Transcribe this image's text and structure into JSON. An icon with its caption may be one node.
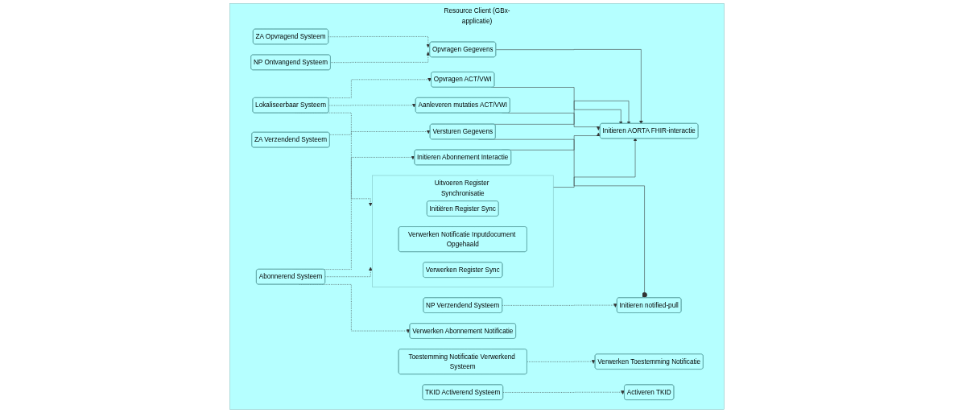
{
  "diagram": {
    "nodes": [
      {
        "text": [
          "Resource Client (GBx-applicatie)"
        ]
      },
      {
        "text": [
          "Initieren AORTA FHIR-interactie"
        ],
        "in": 0
      },
      {
        "text": [
          "Opvragen Gegevens"
        ],
        "in": 0
      },
      {
        "text": [
          "Versturen Gegevens"
        ],
        "in": 0
      },
      {
        "text": [
          "Initieren notified-pull"
        ],
        "in": 0
      },
      {
        "text": [
          "Opvragen ACT/VWI"
        ],
        "in": 0
      },
      {
        "text": [
          "Aanleveren mutaties ACT/VWI"
        ],
        "in": 0
      },
      {
        "text": [
          "Uitvoeren Register Synchronisatie"
        ],
        "in": 0
      },
      {
        "text": [
          "Initiëren Register Sync"
        ],
        "in": 7
      },
      {
        "text": [
          "Verwerken Notificatie Inputdocument Opgehaald"
        ],
        "in": 7
      },
      {
        "text": [
          "Verwerken Register Sync"
        ],
        "in": 7
      },
      {
        "text": [
          "Initieren Abonnement Interactie"
        ],
        "in": 0
      },
      {
        "text": [
          "ZA Opvragend Systeem"
        ],
        "in": 0
      },
      {
        "text": [
          "ZA Verzendend Systeem"
        ],
        "in": 0
      },
      {
        "text": [
          "Lokaliseerbaar Systeem"
        ],
        "in": 0
      },
      {
        "text": [
          "Abonnerend Systeem"
        ],
        "in": 0
      },
      {
        "text": [
          "NP Ontvangend Systeem"
        ],
        "in": 0
      },
      {
        "text": [
          "NP Verzendend Systeem"
        ],
        "in": 0
      },
      {
        "text": [
          "Toestemming Notificatie Verwerkend Systeem"
        ],
        "in": 0
      },
      {
        "text": [
          "TKID Activerend Systeem"
        ],
        "in": 0
      },
      {
        "text": [
          "Verwerken Abonnement Notificatie"
        ],
        "in": 0
      },
      {
        "text": [
          "Verwerken Toestemming Notificatie"
        ],
        "in": 0
      },
      {
        "text": [
          "Activeren TKID"
        ],
        "in": 0
      }
    ],
    "edges": [
      {
        "from": 2,
        "to": 1,
        "arrow": "to"
      },
      {
        "from": 3,
        "to": 1,
        "arrow": "to"
      },
      {
        "from": 5,
        "to": 1,
        "arrow": "to"
      },
      {
        "from": 6,
        "to": 1,
        "arrow": "to"
      },
      {
        "from": 7,
        "to": 1,
        "arrow": "to"
      },
      {
        "from": 11,
        "to": 1,
        "arrow": "to"
      },
      {
        "from": 3,
        "to": 4,
        "arrow": "other"
      },
      {
        "from": 12,
        "to": 2,
        "arrow": "to",
        "style": "dashed"
      },
      {
        "from": 16,
        "to": 2,
        "arrow": "to",
        "style": "dashed"
      },
      {
        "from": 13,
        "to": 3,
        "arrow": "to",
        "style": "dashed"
      },
      {
        "from": 17,
        "to": 4,
        "arrow": "to",
        "style": "dashed"
      },
      {
        "from": 14,
        "to": 5,
        "arrow": "to",
        "style": "dashed"
      },
      {
        "from": 14,
        "to": 6,
        "arrow": "to",
        "style": "dashed"
      },
      {
        "from": 14,
        "to": 7,
        "arrow": "to",
        "style": "dashed"
      },
      {
        "from": 15,
        "to": 7,
        "arrow": "to",
        "style": "dashed"
      },
      {
        "from": 15,
        "to": 11,
        "arrow": "to",
        "style": "dashed"
      },
      {
        "from": 15,
        "to": 20,
        "arrow": "to",
        "style": "dashed"
      },
      {
        "from": 18,
        "to": 21,
        "arrow": "to",
        "style": "dashed"
      },
      {
        "from": 19,
        "to": 22,
        "arrow": "to",
        "style": "dashed"
      }
    ]
  }
}
